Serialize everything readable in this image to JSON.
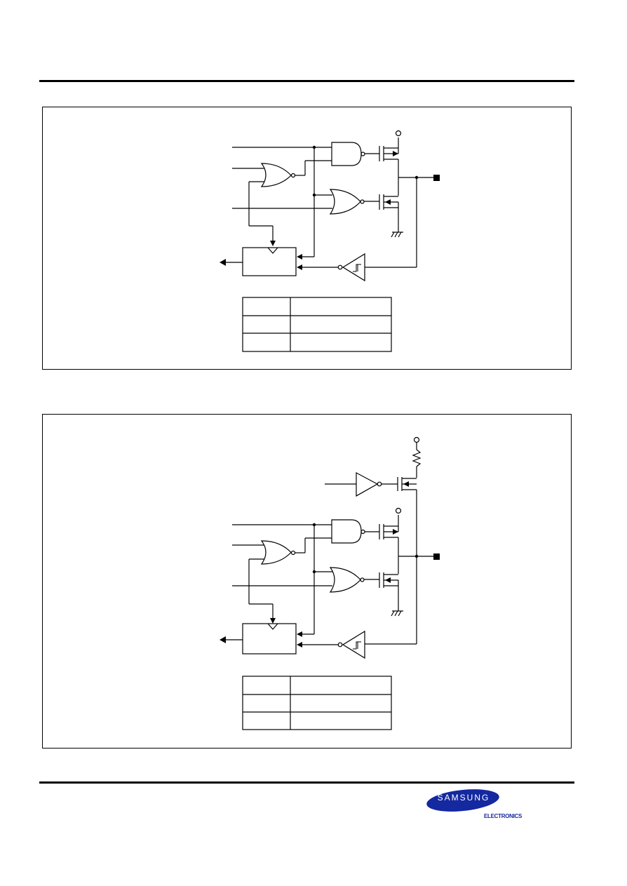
{
  "figures": [
    {
      "id": "figure-1",
      "variant": "push-pull output with schmitt-trigger input",
      "table_rows": 3
    },
    {
      "id": "figure-2",
      "variant": "push-pull output with pull-up resistor",
      "table_rows": 3
    }
  ],
  "logo": {
    "word": "SAMSUNG",
    "subtitle": "ELECTRONICS",
    "colors": {
      "oval": "#1428a0",
      "subtitle": "#1a2aa0"
    }
  }
}
